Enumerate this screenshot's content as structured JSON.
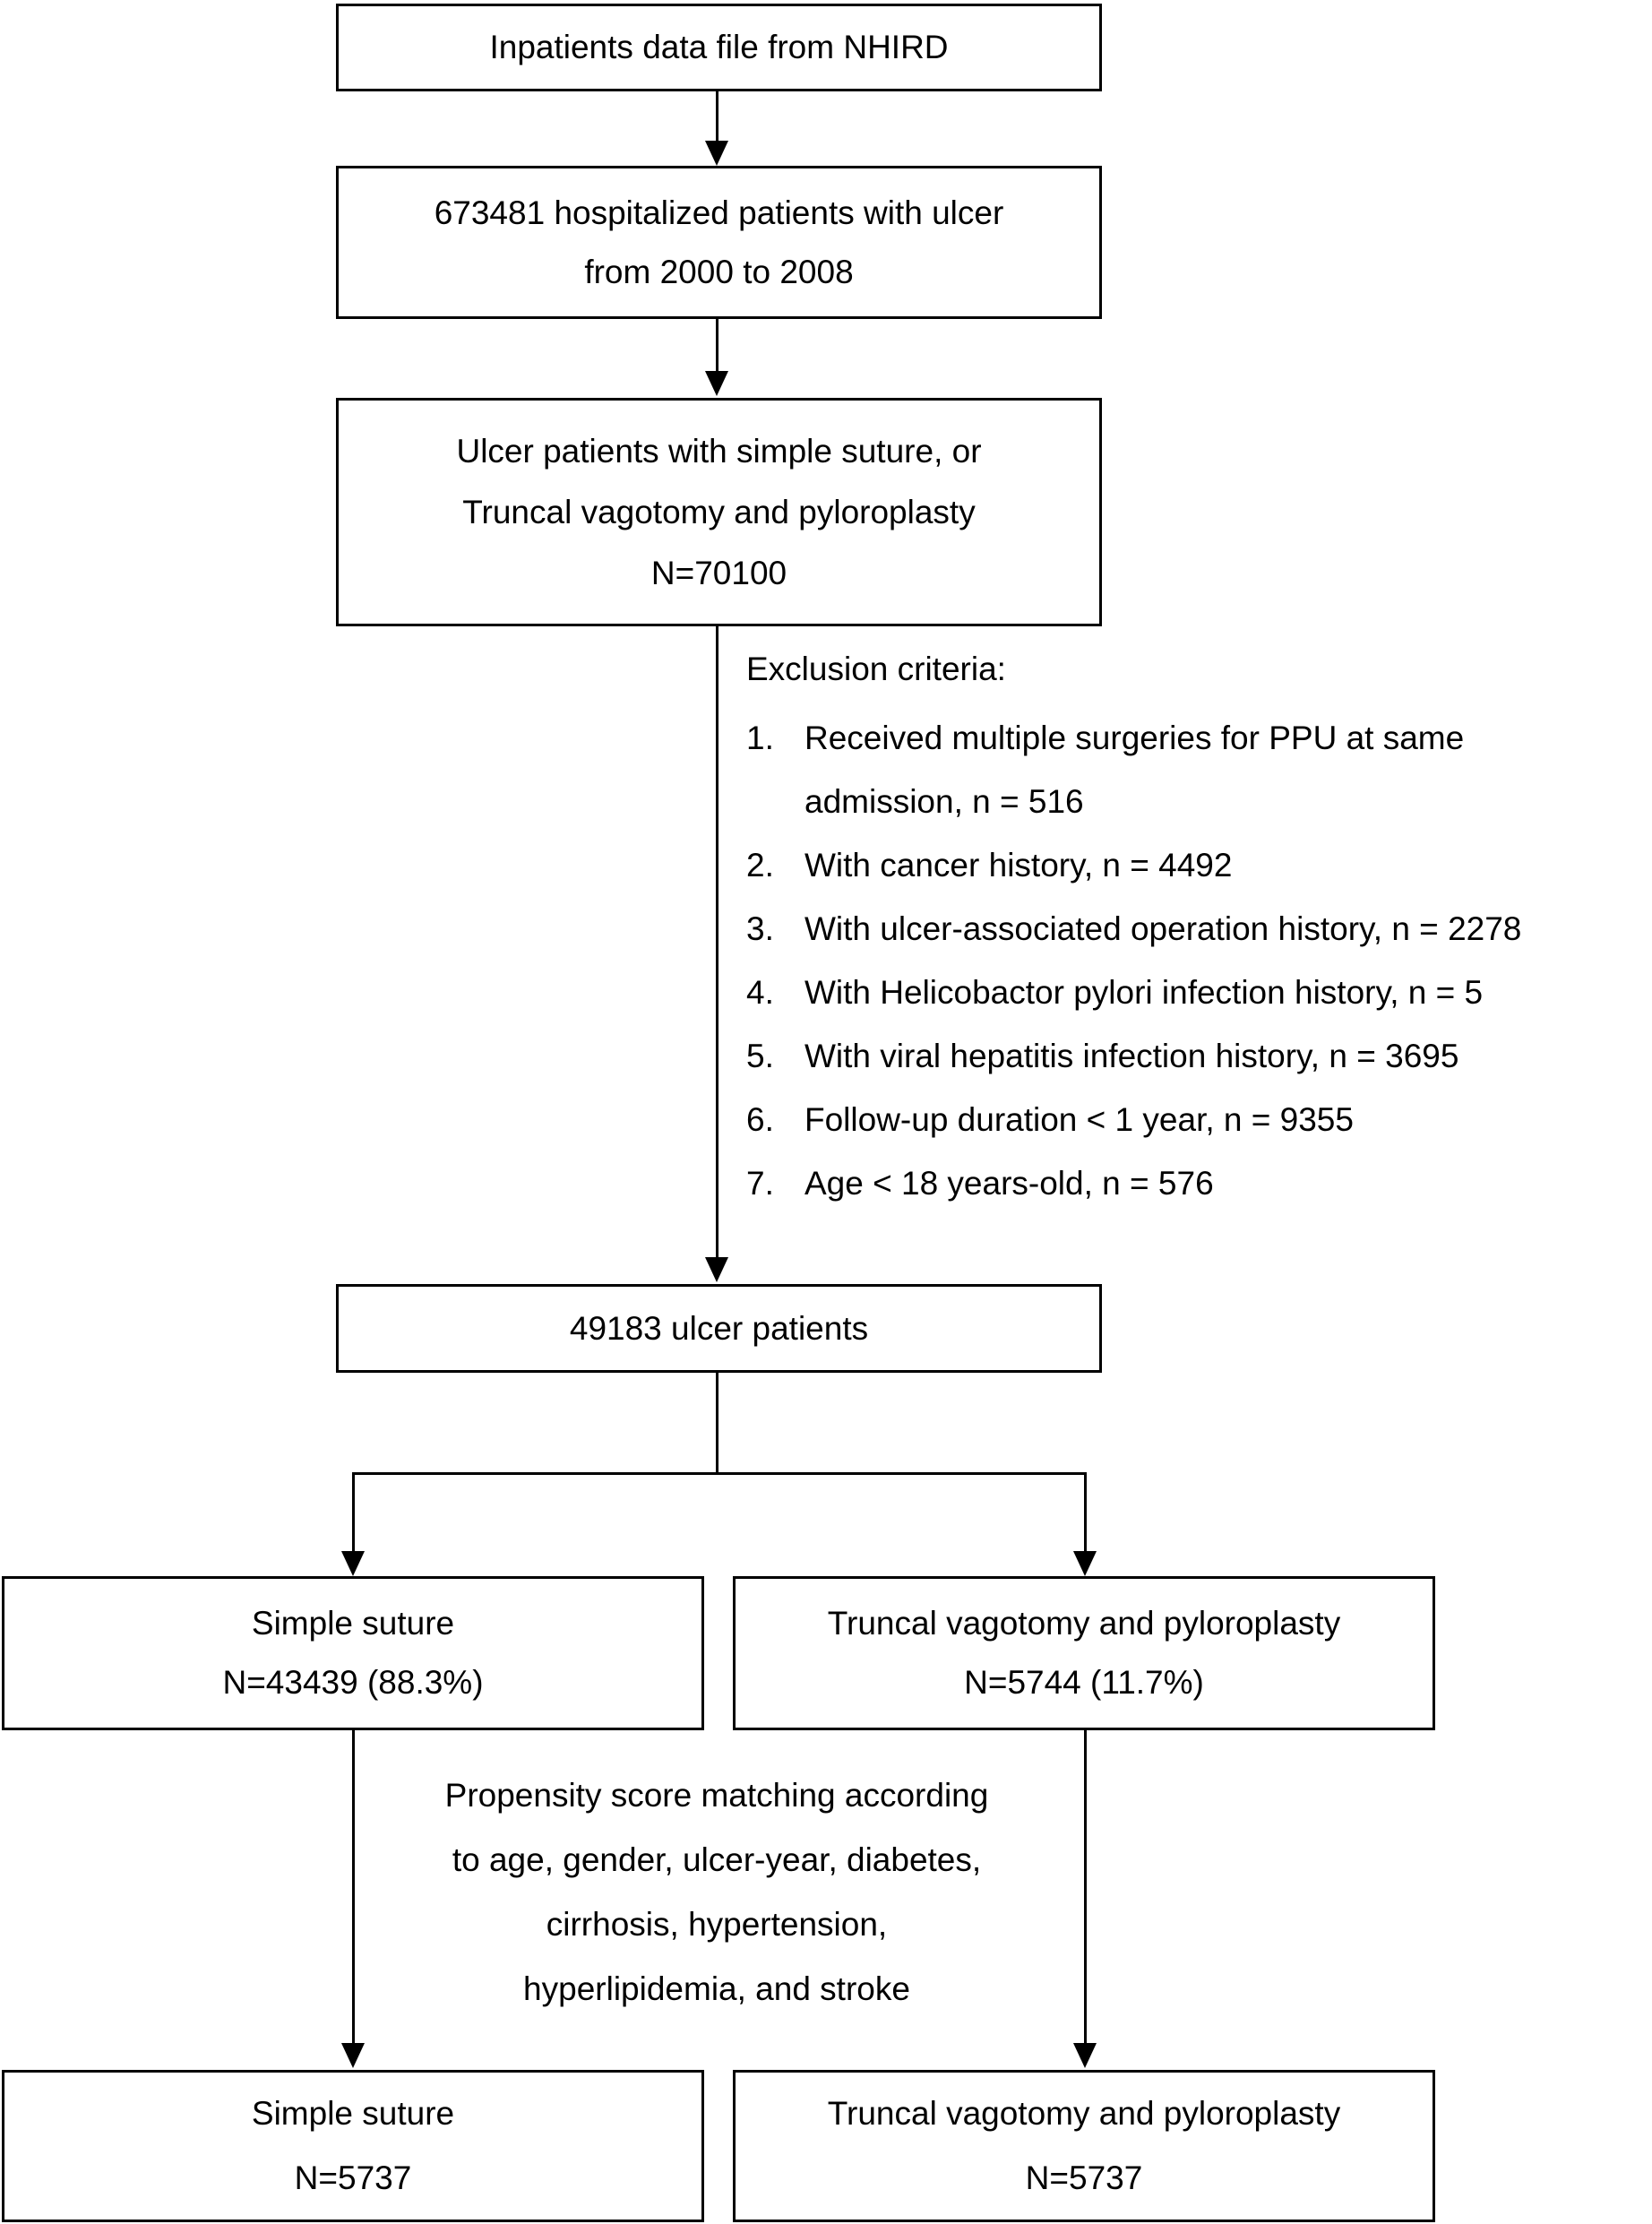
{
  "page": {
    "background_color": "#ffffff",
    "text_color": "#000000",
    "line_color": "#000000"
  },
  "flowchart": {
    "boxes": {
      "source": {
        "lines": [
          "Inpatients data file from NHIRD"
        ]
      },
      "hospitalized": {
        "lines": [
          "673481 hospitalized patients with ulcer",
          "from 2000 to 2008"
        ]
      },
      "surgery_cohort": {
        "lines": [
          "Ulcer patients with simple suture, or",
          "Truncal vagotomy and pyloroplasty",
          "N=70100"
        ]
      },
      "after_exclusion": {
        "lines": [
          "49183 ulcer patients"
        ]
      },
      "simple_suture": {
        "lines": [
          "Simple suture",
          "N=43439 (88.3%)"
        ]
      },
      "vagotomy": {
        "lines": [
          "Truncal vagotomy and pyloroplasty",
          "N=5744 (11.7%)"
        ]
      },
      "simple_suture_matched": {
        "lines": [
          "Simple suture",
          "N=5737"
        ]
      },
      "vagotomy_matched": {
        "lines": [
          "Truncal vagotomy and pyloroplasty",
          "N=5737"
        ]
      }
    },
    "exclusion": {
      "title": "Exclusion criteria:",
      "items": [
        {
          "num": "1.",
          "lines": [
            "Received multiple surgeries for PPU at same",
            "admission, n = 516"
          ]
        },
        {
          "num": "2.",
          "lines": [
            "With cancer history, n = 4492"
          ]
        },
        {
          "num": "3.",
          "lines": [
            "With ulcer-associated operation history, n = 2278"
          ]
        },
        {
          "num": "4.",
          "lines": [
            "With Helicobactor pylori infection history, n = 5"
          ]
        },
        {
          "num": "5.",
          "lines": [
            "With viral hepatitis infection history, n = 3695"
          ]
        },
        {
          "num": "6.",
          "lines": [
            "Follow-up duration < 1 year, n = 9355"
          ]
        },
        {
          "num": "7.",
          "lines": [
            "Age < 18 years-old, n = 576"
          ]
        }
      ]
    },
    "matching_note": {
      "lines": [
        "Propensity score matching according",
        "to age, gender, ulcer-year, diabetes,",
        "cirrhosis, hypertension,",
        "hyperlipidemia, and stroke"
      ]
    }
  }
}
